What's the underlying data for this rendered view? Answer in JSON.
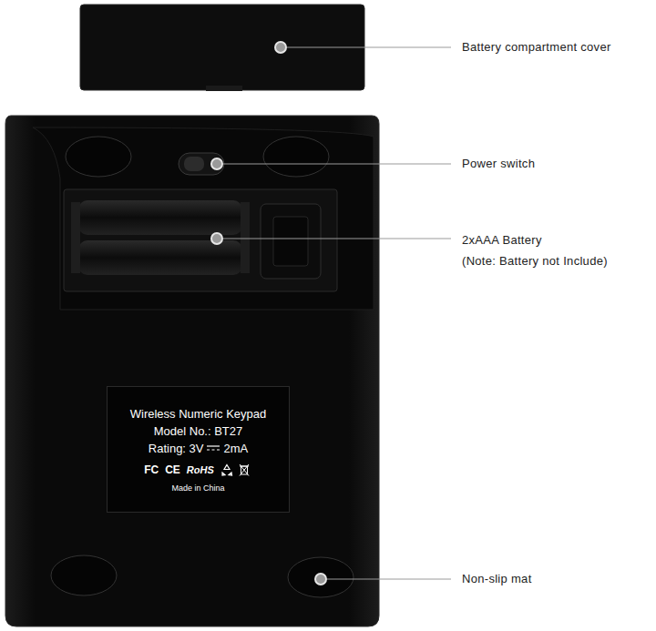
{
  "diagram": {
    "nodes": [
      {
        "text": [
          "Wireless Numeric Keypad",
          "Model No.: BT27",
          "Rating: 3V",
          "2mA",
          "FC",
          "CE",
          "RoHS",
          "Made in China"
        ]
      }
    ],
    "labels": [
      "Battery compartment cover",
      "Power switch",
      "2xAAA Battery",
      "(Note: Battery not Include)",
      "Non-slip mat"
    ]
  }
}
